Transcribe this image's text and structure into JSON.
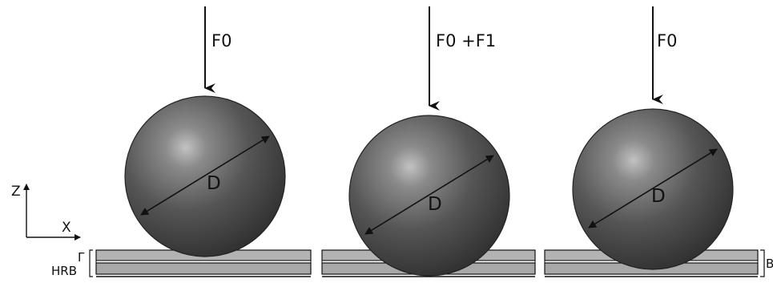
{
  "diagram": {
    "panels": [
      {
        "force_label": "F0",
        "diameter_label": "D"
      },
      {
        "force_label": "F0 +F1",
        "diameter_label": "D"
      },
      {
        "force_label": "F0",
        "diameter_label": "D"
      }
    ],
    "axis": {
      "z_label": "Z",
      "x_label": "X"
    },
    "side_labels": {
      "left_top": "Γ",
      "left_bottom": "HRB",
      "right": "B"
    },
    "colors": {
      "ball_base": "#4f4f4f",
      "ball_highlight": "#bdbdbd",
      "plate": "#b0b0b0",
      "outline": "#111111"
    }
  }
}
